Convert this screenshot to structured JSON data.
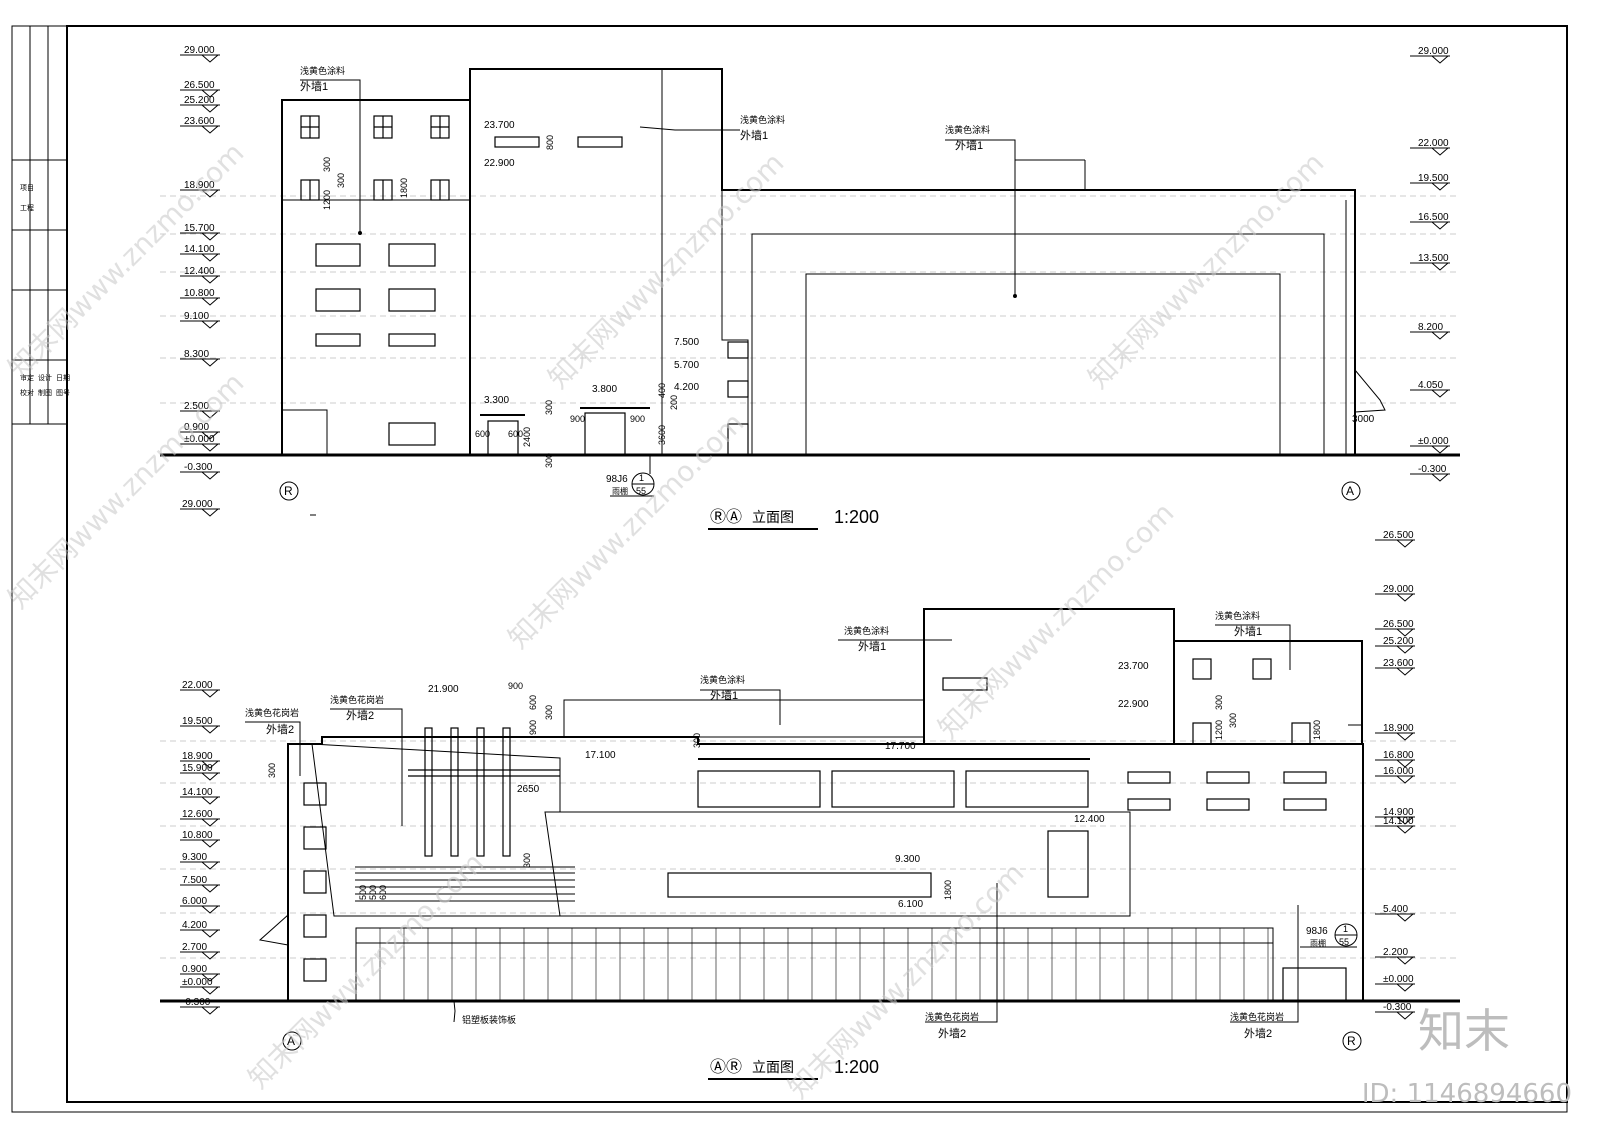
{
  "title_block": {
    "rows": [
      "项目",
      "工程",
      "审定",
      "校对",
      "设计",
      "制图",
      "日期",
      "图号"
    ]
  },
  "elevation_top": {
    "title_axes": [
      "Ⓡ",
      "Ⓐ"
    ],
    "title_text": "立面图",
    "scale": "1:200",
    "left_levels": [
      "29.000",
      "26.500",
      "25.200",
      "23.600",
      "18.900",
      "15.700",
      "14.100",
      "12.400",
      "10.800",
      "9.100",
      "8.300",
      "2.500",
      "0.900",
      "±0.000",
      "-0.300"
    ],
    "right_levels": [
      "29.000",
      "22.000",
      "19.500",
      "16.500",
      "13.500",
      "8.200",
      "4.050",
      "±0.000",
      "-0.300"
    ],
    "inner_levels": [
      "23.700",
      "22.900",
      "7.500",
      "5.700",
      "4.200",
      "3.300",
      "3.800"
    ],
    "dims": [
      "1200",
      "300",
      "300",
      "1800",
      "800",
      "900",
      "900",
      "600",
      "600",
      "2400",
      "300",
      "300",
      "400",
      "200",
      "3600",
      "3000"
    ],
    "material_labels": [
      {
        "line1": "浅黄色涂料",
        "line2": "外墙1"
      },
      {
        "line1": "浅黄色涂料",
        "line2": "外墙1"
      },
      {
        "line1": "浅黄色涂料",
        "line2": "外墙1"
      }
    ],
    "detail_ref": {
      "code": "98J6",
      "num": "1",
      "sheet": "55",
      "note": "雨棚"
    },
    "axis_left": "R",
    "axis_right": "A"
  },
  "elevation_bottom": {
    "title_axes": [
      "Ⓐ",
      "Ⓡ"
    ],
    "title_text": "立面图",
    "scale": "1:200",
    "left_levels": [
      "29.000",
      "22.000",
      "19.500",
      "18.900",
      "15.900",
      "14.100",
      "12.600",
      "10.800",
      "9.300",
      "7.500",
      "6.000",
      "4.200",
      "2.700",
      "0.900",
      "±0.000",
      "-0.300"
    ],
    "right_levels": [
      "26.500",
      "29.000",
      "26.500",
      "25.200",
      "23.600",
      "18.900",
      "16.800",
      "16.000",
      "14.900",
      "14.100",
      "5.400",
      "2.200",
      "±0.000",
      "-0.300"
    ],
    "inner_levels": [
      "21.900",
      "17.100",
      "17.700",
      "12.400",
      "9.300",
      "6.100",
      "23.700",
      "22.900"
    ],
    "dims": [
      "900",
      "600",
      "300",
      "900",
      "300",
      "300",
      "2650",
      "1800",
      "500",
      "500",
      "600",
      "300",
      "1200",
      "300",
      "300",
      "1800"
    ],
    "material_labels": [
      {
        "line1": "浅黄色花岗岩",
        "line2": "外墙2"
      },
      {
        "line1": "浅黄色花岗岩",
        "line2": "外墙2"
      },
      {
        "line1": "浅黄色涂料",
        "line2": "外墙1"
      },
      {
        "line1": "浅黄色涂料",
        "line2": "外墙1"
      },
      {
        "line1": "浅黄色涂料",
        "line2": "外墙1"
      },
      {
        "line1": "铝塑板装饰板",
        "line2": ""
      },
      {
        "line1": "浅黄色花岗岩",
        "line2": "外墙2"
      },
      {
        "line1": "浅黄色花岗岩",
        "line2": "外墙2"
      }
    ],
    "detail_ref": {
      "code": "98J6",
      "num": "1",
      "sheet": "55",
      "note": "雨棚"
    },
    "axis_left": "A",
    "axis_right": "R"
  },
  "watermark": {
    "site": "知末网www.znzmo.com",
    "brand": "知末",
    "id": "ID: 1146894660"
  }
}
